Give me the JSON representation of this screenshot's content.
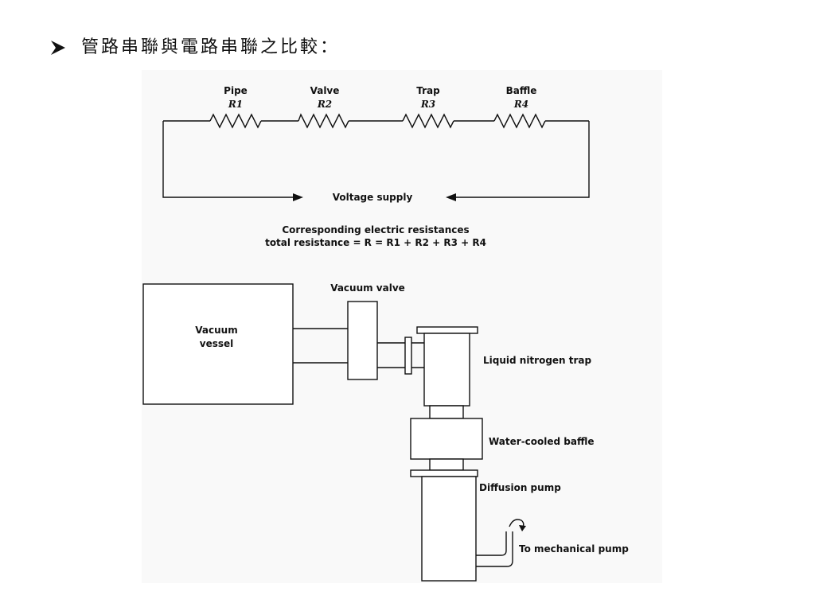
{
  "heading": {
    "bullet_icon": "arrow-bullet-icon",
    "text": "管路串聯與電路串聯之比較："
  },
  "circuit": {
    "resistors": [
      {
        "name": "Pipe",
        "symbol": "R1"
      },
      {
        "name": "Valve",
        "symbol": "R2"
      },
      {
        "name": "Trap",
        "symbol": "R3"
      },
      {
        "name": "Baffle",
        "symbol": "R4"
      }
    ],
    "supply_label": "Voltage supply",
    "caption_line1": "Corresponding electric resistances",
    "caption_line2": "total resistance = R = R1 + R2 + R3 + R4"
  },
  "vacuum_system": {
    "vessel_line1": "Vacuum",
    "vessel_line2": "vessel",
    "valve_label": "Vacuum valve",
    "trap_label": "Liquid nitrogen trap",
    "baffle_label": "Water-cooled baffle",
    "pump_label": "Diffusion pump",
    "outlet_label": "To mechanical pump"
  },
  "colors": {
    "ink": "#111111",
    "scan_background": "#f9f9f9",
    "page_background": "#ffffff"
  }
}
